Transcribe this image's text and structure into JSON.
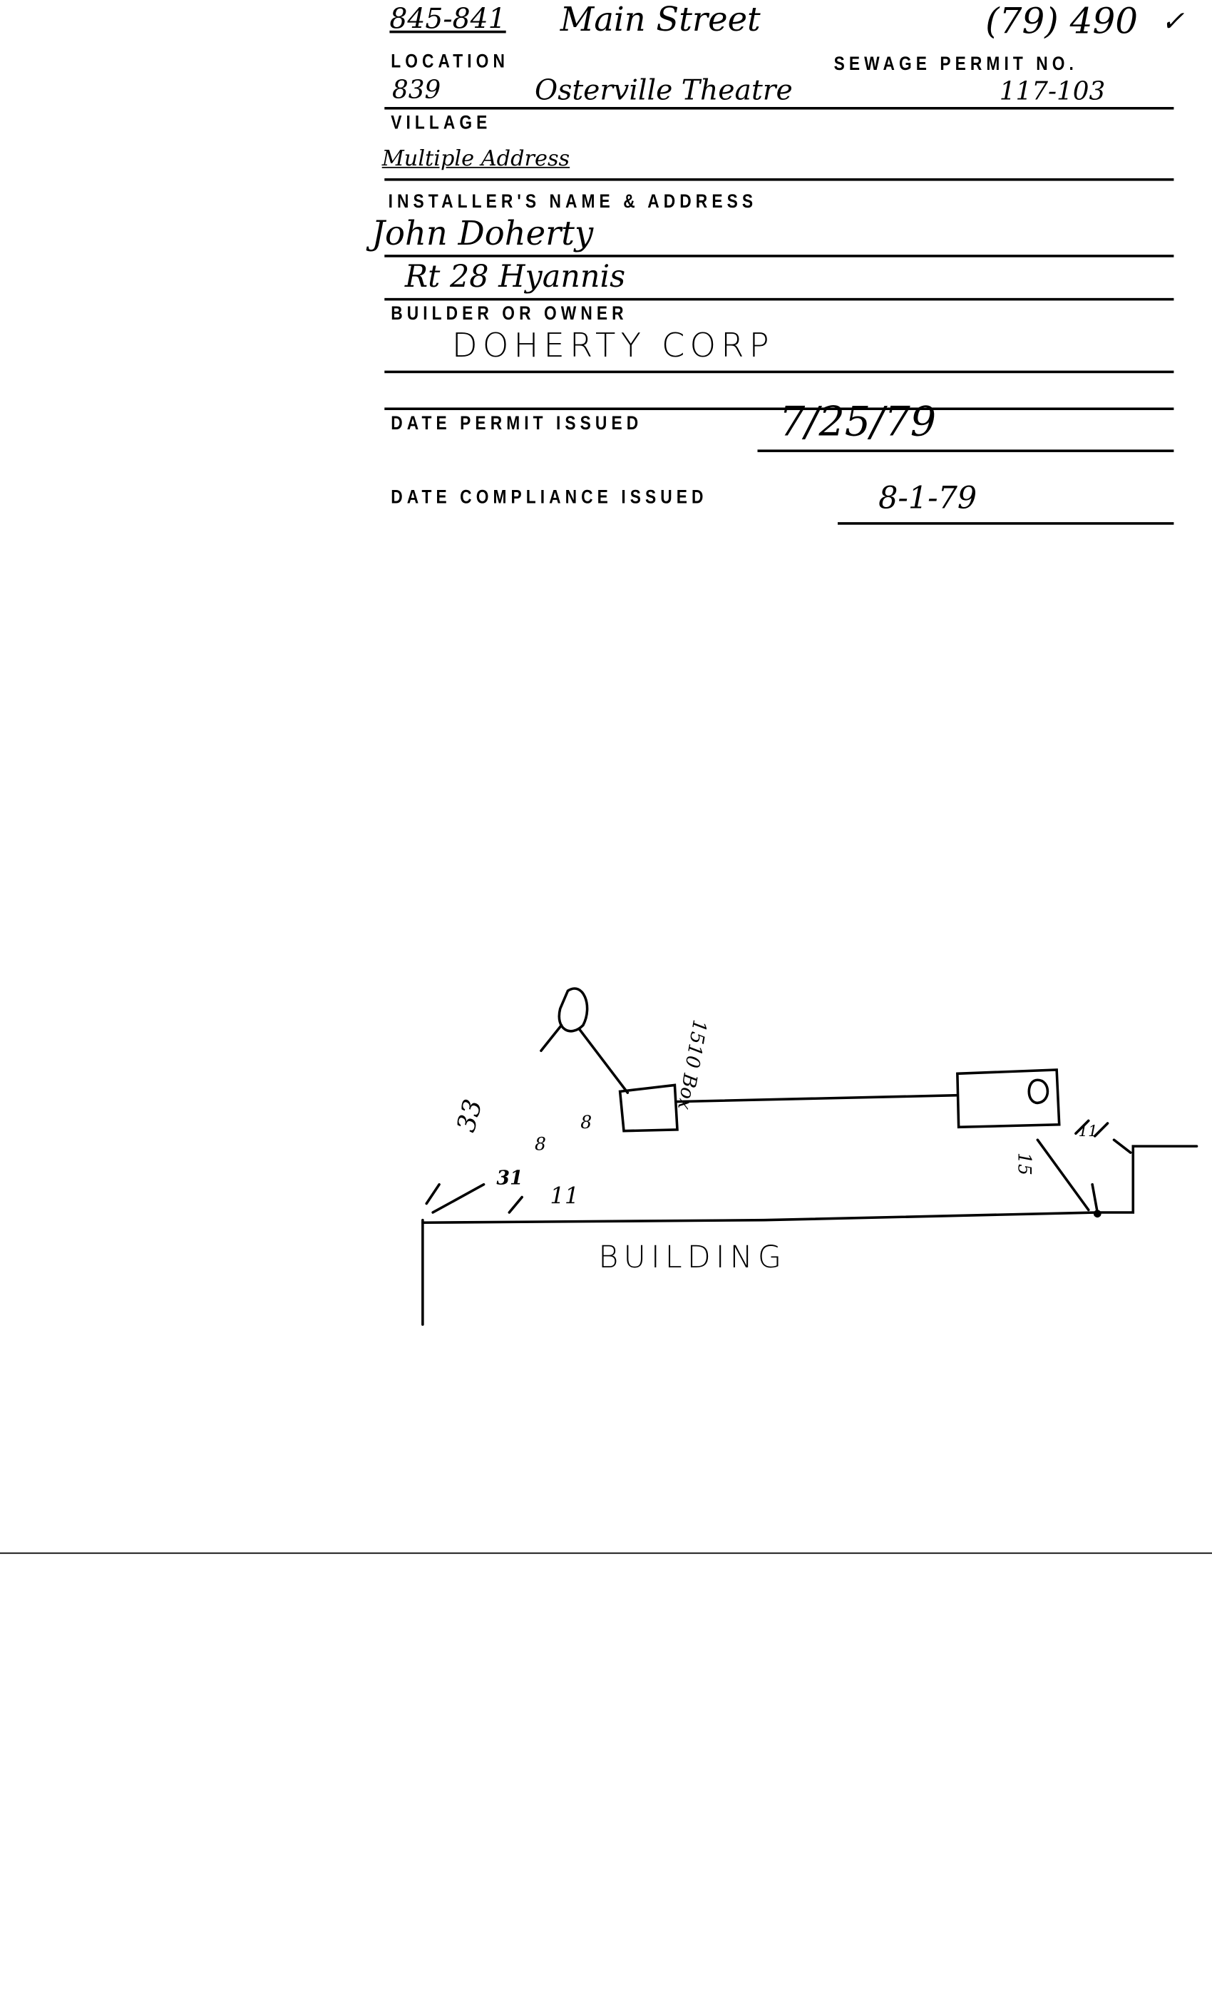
{
  "form": {
    "labels": {
      "location": "LOCATION",
      "sewage_permit_no": "SEWAGE PERMIT NO.",
      "village": "VILLAGE",
      "installer": "INSTALLER'S NAME & ADDRESS",
      "builder_owner": "BUILDER OR OWNER",
      "date_permit_issued": "DATE PERMIT ISSUED",
      "date_compliance_issued": "DATE COMPLIANCE ISSUED"
    },
    "values": {
      "street_numbers": "845-841",
      "street": "Main Street",
      "file_ref": "(79) 490",
      "file_check": "✓",
      "location_number": "839",
      "location_name": "Osterville Theatre",
      "sewage_permit_no": "117-103",
      "village": "Multiple Address",
      "installer_name": "John Doherty",
      "installer_address": "Rt 28 Hyannis",
      "builder_owner": "DOHERTY CORP",
      "date_permit_issued": "7/25/79",
      "date_compliance_issued": "8-1-79"
    }
  },
  "sketch": {
    "building_label": "BUILDING",
    "dbox_label": "1510 Box",
    "dist_33": "33",
    "dist_31": "31",
    "dist_8a": "8",
    "dist_8b": "8",
    "dist_11": "11",
    "dist_15": "15",
    "dist_11b": "11"
  }
}
